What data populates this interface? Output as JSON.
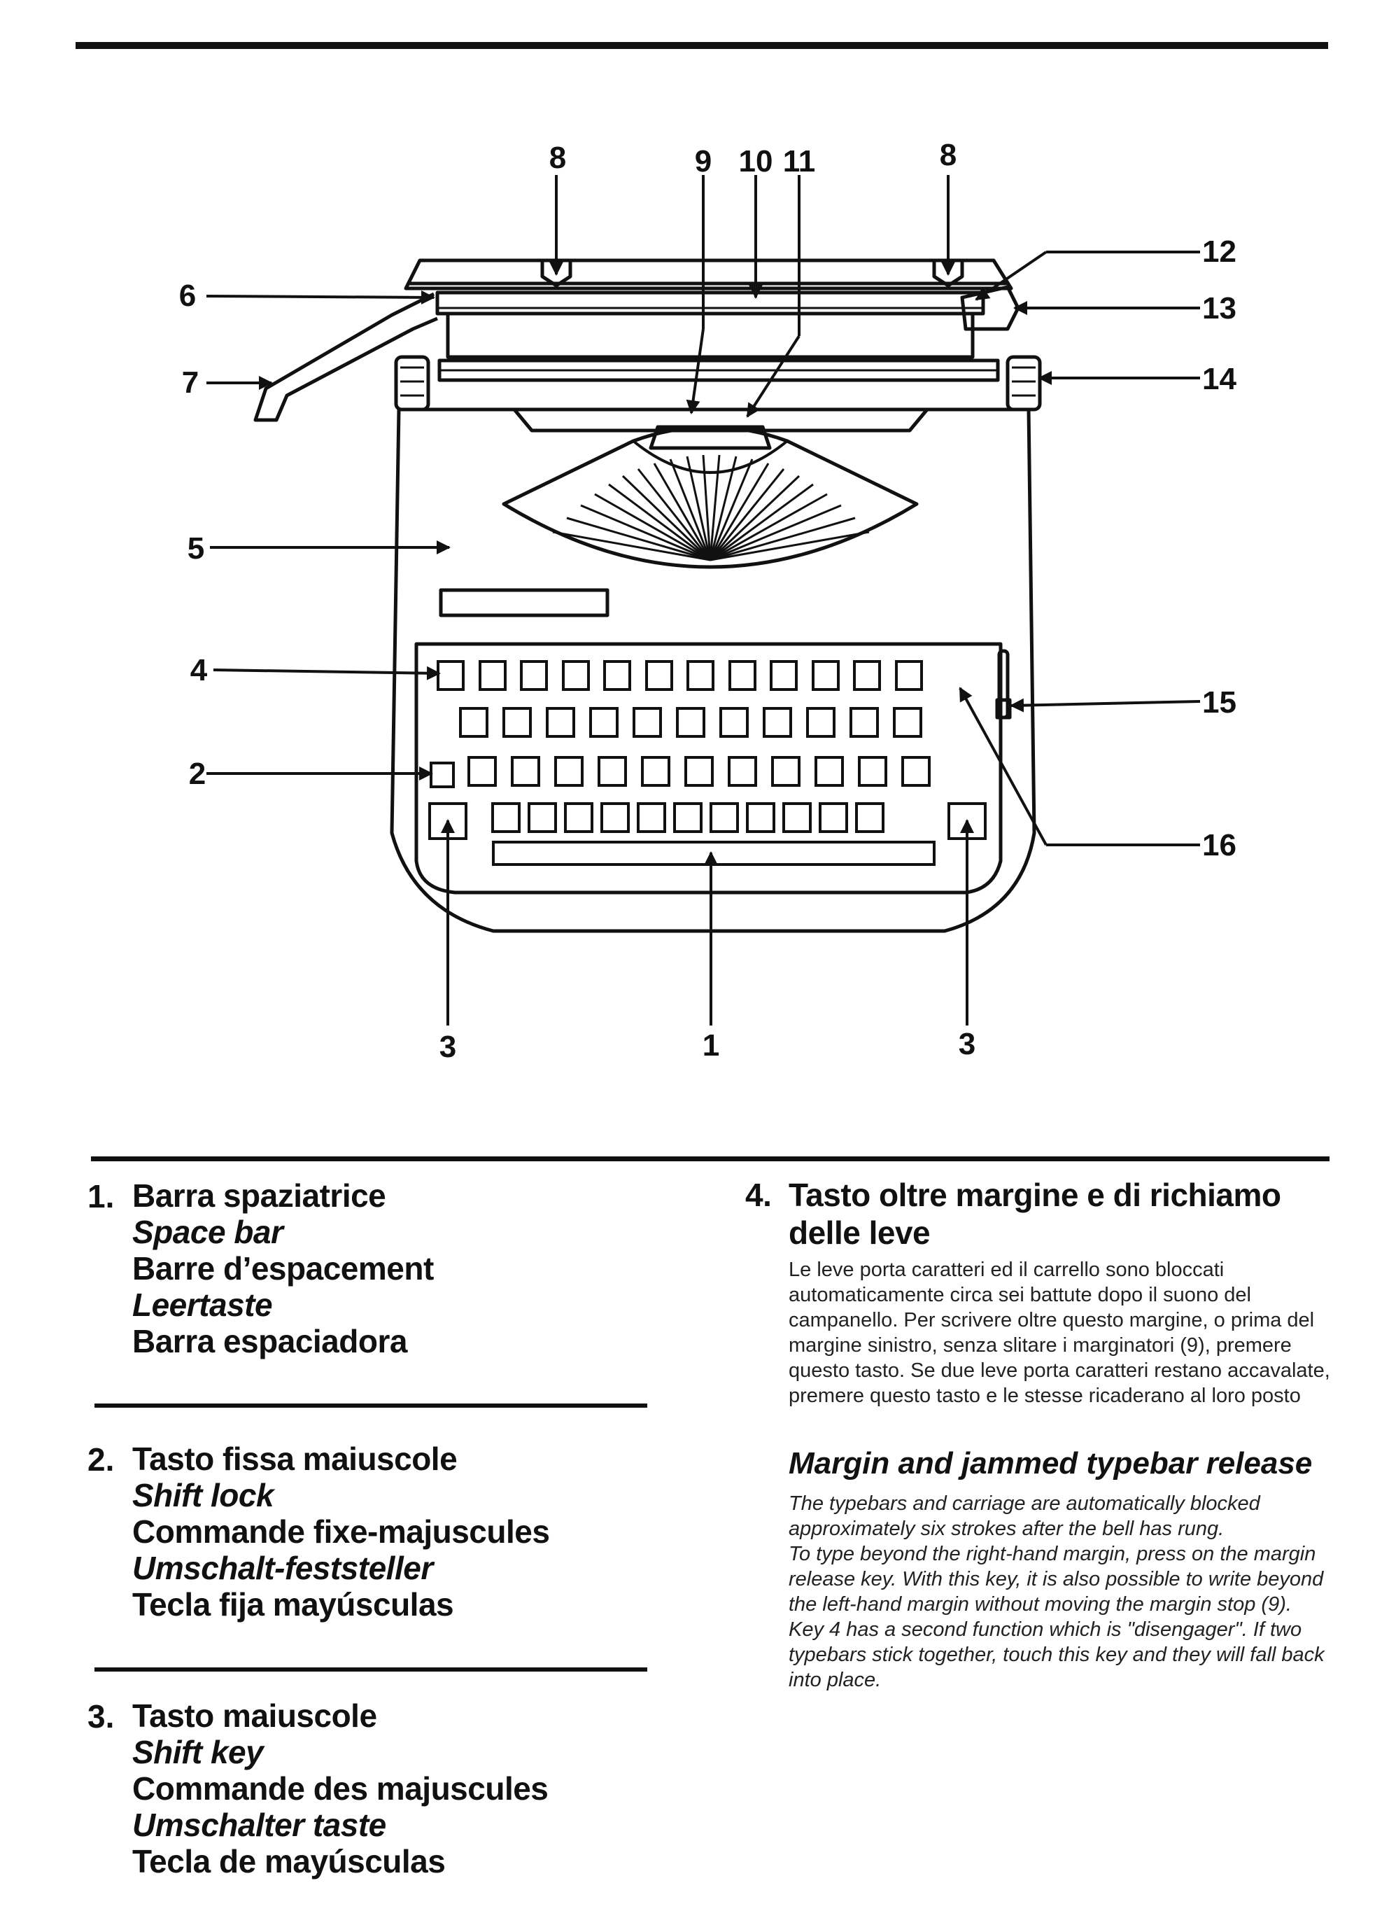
{
  "callouts": {
    "c8a": "8",
    "c9": "9",
    "c10": "10",
    "c11": "11",
    "c8b": "8",
    "c6": "6",
    "c7": "7",
    "c5": "5",
    "c4": "4",
    "c2": "2",
    "c12": "12",
    "c13": "13",
    "c14": "14",
    "c15": "15",
    "c16": "16",
    "c3a": "3",
    "c1": "1",
    "c3b": "3"
  },
  "entries": [
    {
      "number": "1.",
      "lines": [
        "Barra spaziatrice",
        "Space bar",
        "Barre d’espacement",
        "Leertaste",
        "Barra espaciadora"
      ]
    },
    {
      "number": "2.",
      "lines": [
        "Tasto fissa maiuscole",
        "Shift lock",
        "Commande fixe-majuscules",
        "Umschalt-feststeller",
        "Tecla fija mayúsculas"
      ]
    },
    {
      "number": "3.",
      "lines": [
        "Tasto maiuscole",
        "Shift key",
        "Commande des majuscules",
        "Umschalter taste",
        "Tecla de mayúsculas"
      ]
    }
  ],
  "section4": {
    "number": "4.",
    "title": "Tasto oltre margine e di richiamo delle leve",
    "italian_text": "Le leve porta caratteri ed il carrello sono bloccati automaticamente circa sei battute dopo il suono del campanello. Per scrivere oltre questo margine, o prima del margine sinistro, senza slitare i marginatori (9), premere questo tasto. Se due leve porta caratteri restano accavalate, premere questo tasto e le stesse ricaderano al loro posto",
    "english_title": "Margin and jammed typebar release",
    "english_text_1": "The typebars and carriage are automatically blocked approximately six strokes after the bell has rung.",
    "english_text_2": "To type beyond the right-hand margin, press on the margin release key. With this key, it is also possible to write beyond the left-hand margin without moving the margin stop (9).",
    "english_text_3": "Key 4 has a second function which is \"disengager\". If two typebars stick together, touch this key and they will fall back into place."
  }
}
